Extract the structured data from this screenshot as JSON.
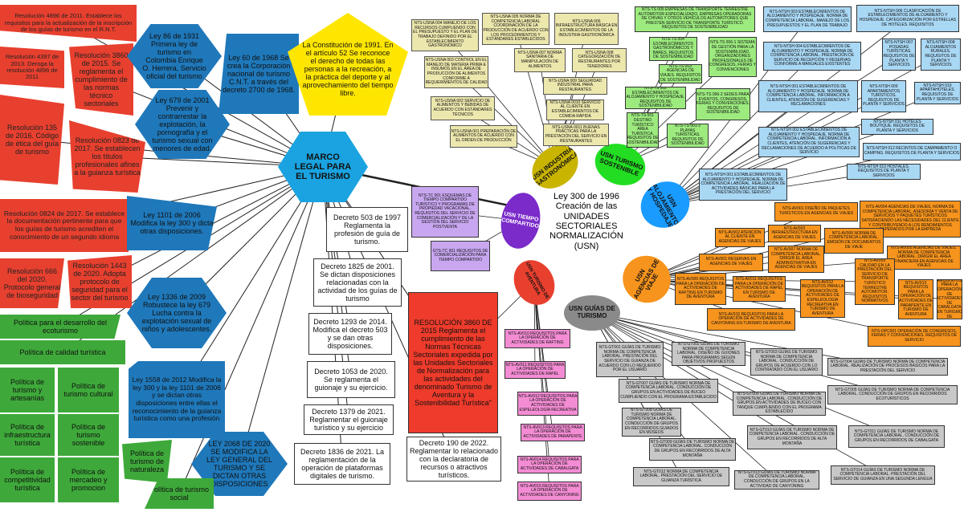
{
  "center": {
    "marco": "MARCO LEGAL PARA EL TURISMO",
    "ley300": "Ley 300 de 1996 Creación de las UNIDADES SECTORIALES NORMALIZACIÓN (USN)"
  },
  "constitucion": "La Constitución de 1991. En el artículo 52 Se reconoce el derecho de todas las personas a la recreación, a la práctica del deporte y al aprovechamiento del tiempo libre.",
  "red_nodes": [
    "Resolución 4896 de 2011. Establece los requisitos para la actualización de la inscripción de los guías de turismo en el R.N.T.",
    "Resolución 4397 de 2013. Deroga la resolución 4896 de 2011",
    "Resolución 3860 de 2015. Se reglamenta el cumplimiento de las normas técnico sectoriales",
    "Resolución 135 de 2016. Código de ética del guía de turismo",
    "Resolución 0823 de 2017. Se establecen los títulos profesionales afines a la guianza turística",
    "Resolución 0824 de 2017. Se establece la documentación pertinente para que los guías de turismo acrediten el conocimiento de un segundo idioma",
    "Resolución 666 del 2020. Protocolo general de bioseguridad",
    "Resolución 1443 de 2020. Adopta protocolo de seguridad para el sector del turismo"
  ],
  "blue_nodes": [
    "Ley 86 de 1931 Primera ley de turismo en Colombia Enrique O. Herrera, Servicio oficial del turismo",
    "Ley 60 de 1968 Se crea la Corporación nacional de turismo C.N.T. a través del decreto 2700 de 1968.",
    "Ley 679 de 2001 Prevenir y contrarrestar la explotación, la pornografía y el turismo sexual con menores de edad.",
    "Ley 1101 de 2006 Modifica la ley 300 y dicta otras disposiciones.",
    "Ley 1336 de 2009 Robustece la ley 679 Lucha contra la explotación sexual de niños y adolescentes.",
    "Ley 1558 de 2012 Modifica la ley 300 y la ley 1101 de 2006 y se dictan otras disposiciones entre ellas el reconocimiento de la guianza turística como una profesión",
    "LEY 2068 DE 2020 SE MODIFICA LA LEY GENERAL DEL TURISMO Y SE DICTAN OTRAS DISPOSICIONES"
  ],
  "green_nodes": [
    "Política para el desarrollo del ecoturismo",
    "Política de calidad turística",
    "Política de turismo y artesanías",
    "Política de turismo cultural",
    "Política de infraestructura turística",
    "Política de turismo sostenible",
    "Política de competitividad turística",
    "Política de mercadeo y promocion",
    "Política de turismo de naturaleza",
    "Política de turismo social"
  ],
  "decretos": [
    "Decreto 503 de 1997 Reglamenta la profesión de guía de turismo.",
    "Decreto 1825 de 2001. Se dictan disposiciones relacionadas con la actividad de los guías de turismo",
    "Decreto 1293 de 2014. Modifica el decreto 503 y se dan otras disposiciones.",
    "Decreto 1053 de 2020. Se reglamenta el guionaje y su ejercicio.",
    "Decreto 1379 de 2021. Reglamentar el guionaje turístico y su ejercicio",
    "Decreto 1836 de 2021. La reglamentación de la operación de plataformas digitales de turismo.",
    "Decreto 190 de 2022. Reglamentar lo relacionado con la declaratoria de recursos o atractivos turísticos."
  ],
  "resolucion3860": "RESOLUCIÓN 3860 DE 2015 Reglamenta el cumplimiento de las Normas Técnicas Sectoriales expedida por las Unidades Sectoriales de Normalización para las actividades del denominado Turismo de Aventura y la Sostenibilidad Turística\"",
  "usn": {
    "gastro": "USN INDUSTRIA GASTRONÓMICA",
    "sost": "USN TURISMO SOSTENIBLE",
    "aloj": "USN ALOJAMIENTO Y HOSPEDAJE",
    "agencias": "USN AGENCIAS DE VIAJE",
    "guias": "USN GUÍAS DE TURISMO",
    "aventura": "USN TURISMO DE AVENTURA",
    "tiempo": "USN TIEMPO COMPARTIDO"
  },
  "tan": [
    "NTS-USNA 004 MANEJO DE LOS RECURSOS CUMPLIENDO CON EL PRESUPUESTO Y EL PLAN DE TRABAJO DEFINIDO POR EL ESTABLECIMIENTO GASTRONÓMICO",
    "NTS-USNA 005 NORMA DE COMPETENCIA LABORAL COORDINACIÓN DE LA PRODUCCIÓN DE ACUERDO CON LOS PROCEDIMIENTOS Y ESTÁNDARES ESTABLECIDOS",
    "NTS-USNA 006 INFRAESTRUCTURA BÁSICA EN ESTABLECIMIENTOS DE LA INDUSTRIA GASTRONÓMICA",
    "NTS-USNA 007 NORMA SANITARIA DE MANIPULACIÓN DE ALIMENTOS",
    "NTS-USNA 003 CONTROL EN EL MANEJO DE MATERIA PRIMA E INSUMOS EN EL ÁREA DE PRODUCCIÓN DE ALIMENTOS CONFORME A REQUERIMIENTOS DE CALIDAD",
    "NTS-USNA 008 CATEGORIZACIÓN DE RESTAURANTES POR TENEDORES",
    "NTS-USNA 009 SEGURIDAD INDUSTRIAL PARA RESTAURANTES",
    "NTS-USNA 002 SERVICIO DE ALIMENTOS Y BEBIDAS DE ACUERDO CON ESTÁNDARES TÉCNICOS",
    "NTS-USNA 0010 SERVICIO AL CLIENTE EN ESTABLECIMIENTOS DE COMIDA RÁPIDA",
    "NTS-USNA 001 PREPARACIÓN DE ALIMENTOS DE ACUERDO CON EL ORDEN DE PRODUCCIÓN",
    "NTS-USNA 0011 BUENAS PRÁCTICAS PARA LA PRESTACIÓN DEL SERVICIO EN RESTAURANTES"
  ],
  "lg": [
    "NTS-TS 005 EMPRESAS DE TRANSPORTE TERRESTRE AUTOMOTOR ESPECIALIZADO, EMPRESAS OPERADORAS DE CHIVAS Y OTROS VEHÍCULOS AUTOMOTORES QUE PRESTEN SERVICIO DE TRANSPORTE TURÍSTICO. REQUISITOS DE SOSTENIBILIDAD",
    "NTS-TS 004 ESTABLECIMIENTOS GASTRONÓMICOS Y BARES. REQUISITOS DE SOSTENIBILIDAD",
    "NTS-TS 006-1 SISTEMA DE GESTIÓN PARA LA SOSTENIBILIDAD. ORGANIZADORES PROFESIONALES DE CONGRESOS, FERIAS Y CONVENCIONES",
    "NTS-TS 003 AGENCIAS DE VIAJES. REQUISITOS DE SOSTENIBILIDAD",
    "NTS-TS 002 ESTABLECIMIENTOS DE ALOJAMIENTO Y HOSPEDAJE. REQUISITOS DE SOSTENIBILIDAD",
    "NTS-TS 006-2 SEDES PARA EVENTOS, CONGRESOS, FERIAS Y CONVENCIONES. REQUISITOS DE SOSTENIBILIDAD",
    "NTS-TS 001 DESTINO TURÍSTICO ÁREA TURÍSTICA. REQUISITOS DE SOSTENIBILIDAD",
    "NTS-TS 001-2 PLAYAS TURÍSTICAS. REQUISITOS DE SOSTENIBILIDAD"
  ],
  "lb": [
    "NTS-NTSH 003 ESTABLECIMIENTOS DE ALOJAMIENTO Y HOSPEDAJE. NORMA DE COMPETENCIA LABORAL. MANEJO DE LOS PRESUPUESTOS Y EL PLAN DE TRABAJO",
    "NTS-NTSH 006 CLASIFICACIÓN DE ESTABLECIMIENTOS DE ALOJAMIENTO Y HOSPEDAJE. CATEGORIZACIÓN POR ESTRELLAS DE HOTELES. REQUISITOS",
    "NTS-NTSH 004 ESTABLECIMIENTOS DE ALOJAMIENTO Y HOSPEDAJE. NORMA DE COMPETENCIA LABORAL. PRESTACIÓN DE SERVICIO DE RECEPCIÓN Y RESERVAS CONFORME A MANUALES EXISTENTES",
    "NTS-NTSH 007 POSADAS TURÍSTICAS. REQUISITOS DE PLANTA Y SERVICIOS",
    "NTS-NTSH 008 ALOJAMIENTOS RURALES. REQUISITOS DE PLANTA Y SERVICIOS",
    "NTS-NTSH 001 ESTABLECIMIENTOS DE ALOJAMIENTO Y HOSPEDAJE. NORMA DE COMPETENCIA LABORAL. INFORMACIÓN A CLIENTES, ATENCIÓN DE SUGERENCIAS Y RECLAMACIONES",
    "NTS-NTSH 009 APARTAMENTOS TURÍSTICOS. REQUISITOS DE PLANTA Y SERVICIOS",
    "NTS-NTSH 010 APARTAHOTELES. REQUISITOS DE PLANTA Y SERVICIOS",
    "NTS-NTSH 002 ESTABLECIMIENTOS DE ALOJAMIENTO Y HOSPEDAJE. NORMA DE COMPETENCIA LABORAL. INFORMACIÓN A CLIENTES, ATENCIÓN DE SUGERENCIAS Y RECLAMACIONES DE ACUERDO A POLÍTICAS DE SERVICIO",
    "NTS-NTSH 011 HOTELES BOUTIQUE. REQUISITOS DE PLANTA Y SERVICIOS",
    "NTS-NTSH 012 RECINTOS DE CAMPAMENTO O CAMPING. REQUISITOS DE PLANTA Y SERVICIOS",
    "NTS-NTSH 013 HOSTALES. REQUISITOS DE PLANTA Y SERVICIOS",
    "NTS-NTSH 001 ESTABLECIMIENTOS DE ALOJAMIENTO Y HOSPEDAJE. NORMA DE COMPETENCIA LABORAL. REALIZACIÓN DE ACTIVIDADES BÁSICAS PARA LA PRESTACIÓN DEL SERVICIO"
  ],
  "orange": [
    "NTS-AV001 DISEÑO DE PAQUETES TURÍSTICOS EN AGENCIAS DE VIAJES",
    "NTS-AV004 AGENCIAS DE VIAJES. NORMA DE COMPETENCIA LABORAL. ASESORÍA Y VENTA DE SERVICIOS Y PAQUETES TURÍSTICOS SATISFACIENDO LAS NECESIDADES DEL CLIENTE Y CONTRIBUYENDO A LOS RENDIMIENTOS ESPERADOS POR LA EMPRESA",
    "NTS-AV002 ATENCIÓN AL CLIENTE EN AGENCIAS DE VIAJES",
    "NTS-AV003 INFRAESTRUCTURA EN AGENCIAS DE VIAJES",
    "NTS-AV006 NORMA DE COMPETENCIA LABORAL. EMISIÓN DE DOCUMENTOS DE VIAJE",
    "NTS-AV005 AGENCIAS DE VIAJES. NORMA DE COMPETENCIA LABORAL. DIRIGIR EL ÁREA FINANCIERA EN AGENCIAS DE VIAJES",
    "NTS-AV007 NORMA DE COMPETENCIA LABORAL. DIRIGIR EL ÁREA ADMINISTRATIVA EN AGENCIAS DE VIAJES",
    "NTS-AV001 RESERVAS EN AGENCIAS DE VIAJES",
    "NTS-AV009 CALIDAD EN LA PRESTACIÓN DEL SERVICIO DE TRANSPORTE TURÍSTICO TERRESTRE AUTOMOTOR. REQUISITOS NORMATIVOS",
    "NTS-AV009 REQUISITOS PARA LA OPERACIÓN DE ACTIVIDADES DE RAFTING EN TURISMO DE AVENTURA",
    "NTS-AV011 REQUISITOS PARA LA OPERACIÓN DE ACTIVIDADES DE RAPEL EN TURISMO DE AVENTURA",
    "NTS-AV012 REQUISITOS PARA LA OPERACIÓN DE ACTIVIDADES DE ESPELEOLOGÍA RECREATIVA EN TURISMO DE AVENTURA",
    "NTS-AV013 REQUISITOS PARA LA OPERACIÓN DE ACTIVIDADES DE PARAPENTE EN TURISMO DE AVENTURA",
    "NTS-AV014 REQUISITOS PARA LA OPERACIÓN DE ACTIVIDADES DE CABALGATA EN TURISMO DE AVENTURA",
    "NTS-AV015 REQUISITOS PARA LA OPERACIÓN DE ACTIVIDADES DE CANYONING EN TURISMO DE AVENTURA",
    "NTS-OPC001 OPERACIÓN DE CONGRESOS, FERIAS Y CONVENCIONES. REQUISITOS DE SERVICIO"
  ],
  "gray": [
    "NTS-GT001 GUÍAS DE TURISMO NORMA DE COMPETENCIA LABORAL. PRESTACIÓN DEL SERVICIO DE GUIANZA DE ACUERDO CON LO REQUERIDO POR EL USUARIO",
    "NTS-GT002 GUÍAS DE TURISMO NORMA DE COMPETENCIA LABORAL. DISEÑO DE GUIONES PARA PROGRAMAS SEGÚN OBJETIVOS PROPUESTOS",
    "NTS-GT003 GUÍAS DE TURISMO NORMA DE COMPETENCIA LABORAL. CONDUCCIÓN DE GRUPOS DE ACUERDO CON LO CONTRATADO CON EL USUARIO",
    "NTS-GT004 GUÍAS DE TURISMO NORMA DE COMPETENCIA LABORAL. REALIZACIÓN DE PROCESOS BÁSICOS PARA LA PRESTACIÓN DEL SERVICIO",
    "NTS-GT007 GUÍAS DE TURISMO NORMA DE COMPETENCIA LABORAL. CONDUCCIÓN DE GRUPOS EN ACTIVIDADES DE BUCEO CUMPLIENDO CON EL PROGRAMA ESTABLECIDO",
    "NTS-GT006 GUÍAS DE TURISMO NORMA DE COMPETENCIA LABORAL. CONDUCCIÓN DE GRUPOS EN ACTIVIDADES DE BUCEO CON TANQUE CUMPLIENDO CON EL PROGRAMA ESTABLECIDO",
    "NTS-GT005 GUÍAS DE TURISMO NORMA DE COMPETENCIA LABORAL. CONDUCCIÓN DE GRUPOS EN RECORRIDOS ECOTURÍSTICOS",
    "NTS-GT008 GUÍAS DE TURISMO NORMA DE COMPETENCIA LABORAL. CONDUCCIÓN DE GRUPOS EN RECORRIDOS GUIADOS EN MUSEOS",
    "NTS-GT009 GUÍAS DE TURISMO NORMA DE COMPETENCIA LABORAL. CONDUCCIÓN DE GRUPOS EN RECORRIDOS DE ALTA MONTAÑA",
    "NTS-GT010 GUÍAS DE TURISMO NORMA DE COMPETENCIA LABORAL. CONDUCCIÓN DE GRUPOS EN RECORRIDOS DE ALTA MONTAÑA",
    "NTS-GT011 GUÍAS DE TURISMO NORMA DE COMPETENCIA LABORAL. CONDUCCIÓN DE GRUPOS EN RECORRIDOS DE CABALGATA",
    "NTS-GT012 NORMA DE COMPETENCIA LABORAL. PRESTACIÓN DEL SERVICIO DE GUIANZA TURÍSTICA",
    "NTS-GT013 GUÍAS DE TURISMO NORMA DE COMPETENCIA LABORAL. CONDUCCIÓN DE GRUPOS EN LA ACTIVIDAD DE CANYONING",
    "NTS-GT014 GUÍAS DE TURISMO NORMA DE COMPETENCIA LABORAL. PRESTACIÓN DEL SERVICIO DE GUIANZA EN UNA SEGUNDA LENGUA"
  ],
  "pink": [
    "NTS-AV010 REQUISITOS PARA LA OPERACIÓN DE ACTIVIDADES DE RAFTING",
    "NTS-AV011 REQUISITOS PARA LA OPERACIÓN DE ACTIVIDADES DE RAPEL",
    "NTS-AV012 REQUISITOS PARA LA OPERACIÓN DE ACTIVIDADES DE ESPELEOLOGÍA RECREATIVA",
    "NTS-AV013 REQUISITOS PARA LA OPERACIÓN DE ACTIVIDADES DE PARAPENTE",
    "NTS-AV014 REQUISITOS PARA LA OPERACIÓN DE ACTIVIDADES DE CABALGATA",
    "NTS-AV015 REQUISITOS PARA LA OPERACIÓN DE ACTIVIDADES DE CANYONING"
  ],
  "purple": [
    "NTS-TC 001 ESQUEMAS DE TIEMPO COMPARTIDO TURÍSTICO Y PROGRAMAS DE PROPIEDAD VACACIONAL. REQUISITOS DEL SERVICIO DE COMERCIALIZACIÓN Y DE LA GESTIÓN DEL SERVICIO POSTVENTA",
    "GTS-TC 001 REQUISITOS DE COMERCIALIZACIÓN PARA TIEMPO COMPARTIDO"
  ],
  "colors": {
    "red": "#e8402f",
    "blue": "#1f78ba",
    "green": "#3ea93a",
    "yellow": "#ffe600",
    "gastro": "#c9b400",
    "sost": "#22dd22",
    "aloj": "#1a9bff",
    "agencias": "#f7941d",
    "guias": "#888888",
    "aventura": "#e8402f",
    "tiempo": "#7a2bc9"
  }
}
